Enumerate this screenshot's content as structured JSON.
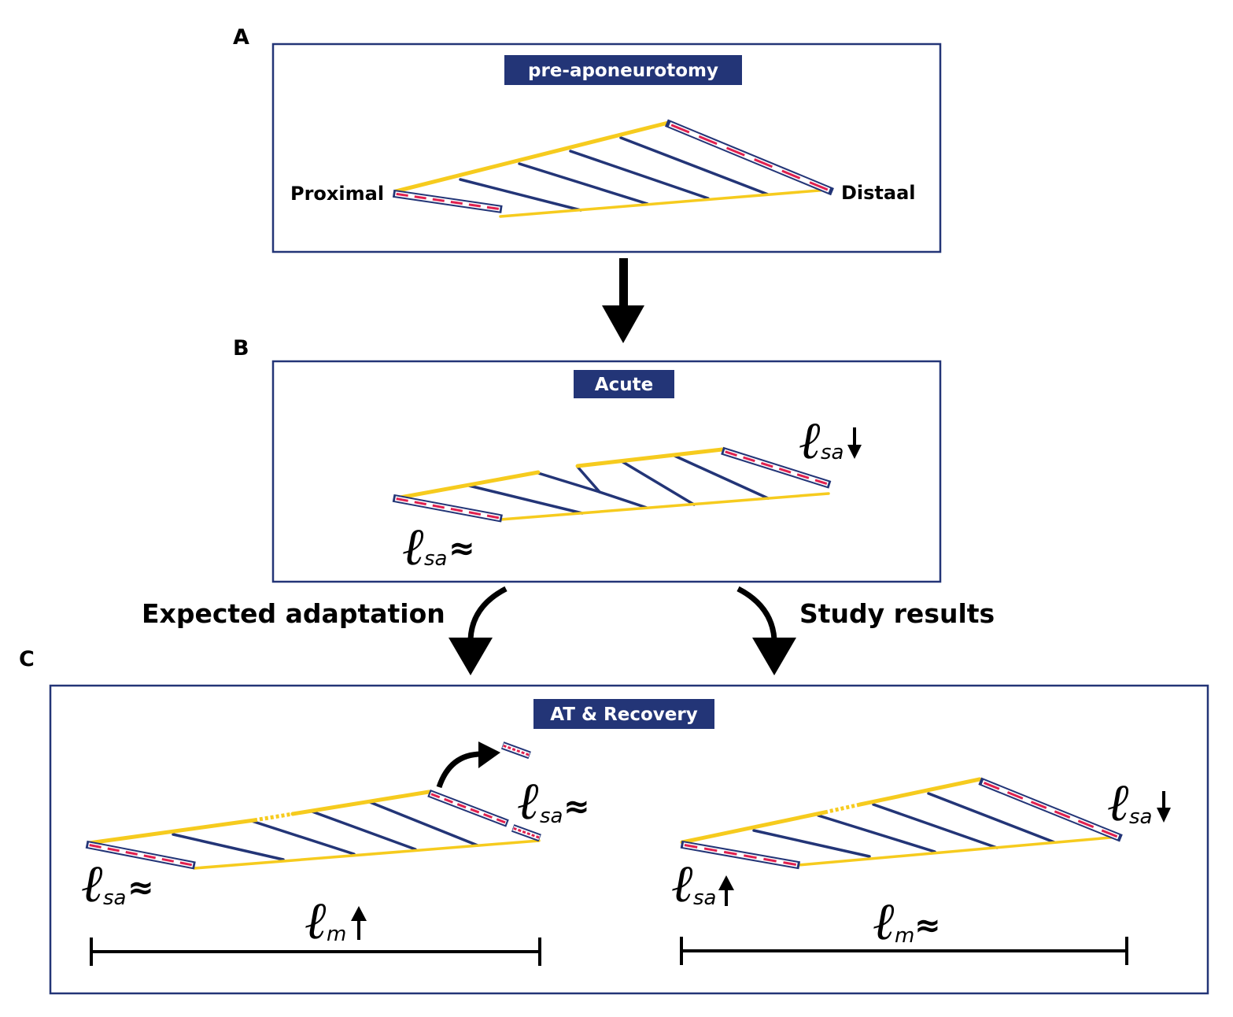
{
  "panels": {
    "a": {
      "letter": "A",
      "title": "pre-aponeurotomy",
      "proximal_label": "Proximal",
      "distal_label": "Distaal"
    },
    "b": {
      "letter": "B",
      "title": "Acute"
    },
    "c": {
      "letter": "C",
      "title": "AT & Recovery"
    }
  },
  "flows": {
    "left": "Expected adaptation",
    "right": "Study results"
  },
  "symbols": {
    "ell": "ℓ",
    "sa": "sa",
    "m": "m",
    "approx": "≈"
  },
  "colors": {
    "frame": "#233577",
    "aponeurosis": "#f6cb1e",
    "tendon_stripe": "#e0204f",
    "fiber": "#233577"
  },
  "icons": [
    "arrow-down-icon",
    "arrow-up-icon",
    "curved-arrow-icon"
  ]
}
